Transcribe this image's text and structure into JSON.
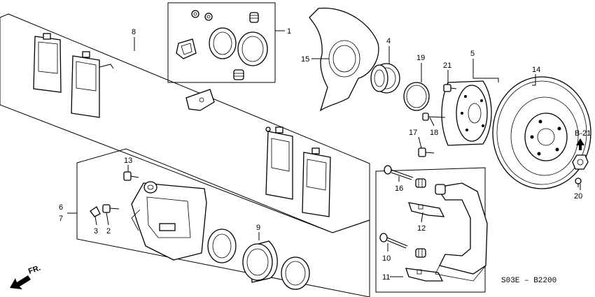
{
  "diagram_code": "S03E – B2200",
  "direction_label": "FR.",
  "reference_label": "B-21",
  "callouts": {
    "c1": "1",
    "c2": "2",
    "c3": "3",
    "c4": "4",
    "c5": "5",
    "c6": "6",
    "c7": "7",
    "c8": "8",
    "c9": "9",
    "c10": "10",
    "c11": "11",
    "c12": "12",
    "c13": "13",
    "c14": "14",
    "c15": "15",
    "c16": "16",
    "c17": "17",
    "c18": "18",
    "c19": "19",
    "c20": "20",
    "c21": "21"
  }
}
